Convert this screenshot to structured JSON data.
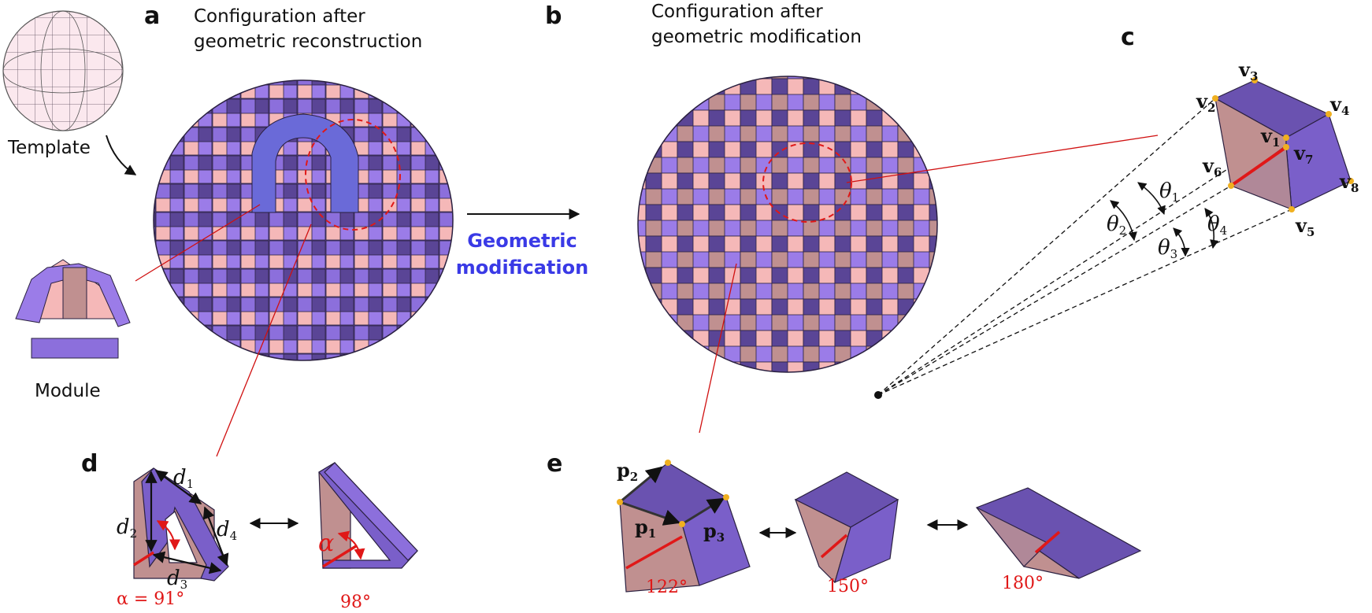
{
  "panels": {
    "a": {
      "letter": "a",
      "caption_line1": "Configuration after",
      "caption_line2": "geometric reconstruction",
      "template_label": "Template",
      "module_label": "Module"
    },
    "b": {
      "letter": "b",
      "caption_line1": "Configuration after",
      "caption_line2": "geometric modification",
      "arrow_label_line1": "Geometric",
      "arrow_label_line2": "modification"
    },
    "c": {
      "letter": "c",
      "vertices": [
        "v",
        "v",
        "v",
        "v",
        "v",
        "v",
        "v",
        "v"
      ],
      "vertex_subs": [
        "1",
        "2",
        "3",
        "4",
        "5",
        "6",
        "7",
        "8"
      ],
      "angles": [
        "θ",
        "θ",
        "θ",
        "θ"
      ],
      "angle_subs": [
        "1",
        "2",
        "3",
        "4"
      ]
    },
    "d": {
      "letter": "d",
      "dims": [
        "d",
        "d",
        "d",
        "d"
      ],
      "dim_subs": [
        "1",
        "2",
        "3",
        "4"
      ],
      "alpha_symbol": "α",
      "alpha_eq": "α = 91°",
      "second_angle": "98°"
    },
    "e": {
      "letter": "e",
      "points": [
        "p",
        "p",
        "p"
      ],
      "point_subs": [
        "1",
        "2",
        "3"
      ],
      "angles": [
        "122°",
        "150°",
        "180°"
      ]
    }
  },
  "colors": {
    "purple_light": "#9b7ce8",
    "purple_mid": "#7a5fc9",
    "purple_dark": "#5a4596",
    "pink": "#f5b8b8",
    "pink_dark": "#c09090",
    "blue_hl": "#6a6ad8",
    "red": "#e01818",
    "orange_dot": "#f0b020"
  }
}
